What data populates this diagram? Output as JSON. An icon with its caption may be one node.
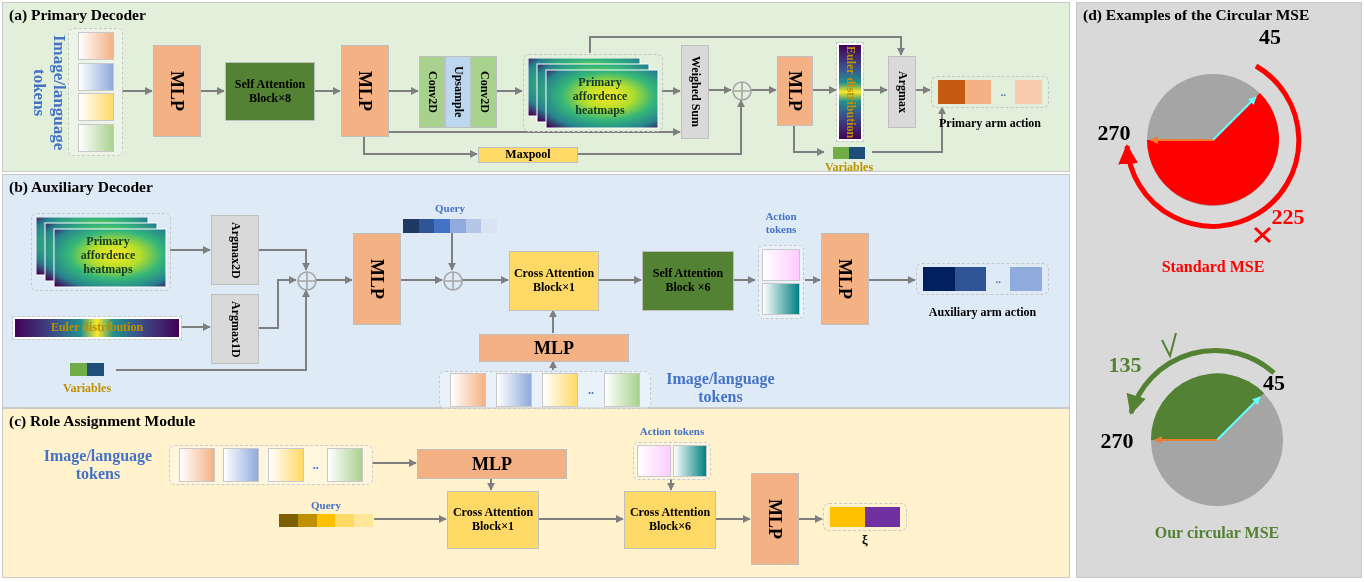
{
  "diagram": {
    "nodes": [
      {
        "text": [
          "(a) Primary Decoder"
        ]
      },
      {
        "text": [
          "Image/language tokens"
        ],
        "in": 0
      },
      {
        "text": [
          "MLP"
        ],
        "in": 0
      },
      {
        "text": [
          "Self Attention Block×8"
        ],
        "in": 0
      },
      {
        "text": [
          "MLP"
        ],
        "in": 0
      },
      {
        "text": [
          "Conv2D",
          "Upsample",
          "Conv2D"
        ],
        "in": 0
      },
      {
        "text": [
          "Primary affordence heatmaps"
        ],
        "in": 0
      },
      {
        "text": [
          "Weighed Sum"
        ],
        "in": 0
      },
      {
        "text": [],
        "shape": "circle",
        "in": 0
      },
      {
        "text": [
          "Maxpool"
        ],
        "in": 0
      },
      {
        "text": [
          "MLP"
        ],
        "in": 0
      },
      {
        "text": [
          "Euler distribution"
        ],
        "in": 0
      },
      {
        "text": [
          "Variables"
        ],
        "in": 0
      },
      {
        "text": [
          "Argmax"
        ],
        "in": 0
      },
      {
        "text": [
          "..",
          "Primary arm action"
        ],
        "in": 0
      },
      {
        "text": [
          "(b) Auxiliary Decoder"
        ]
      },
      {
        "text": [
          "Primary affordence heatmaps"
        ],
        "in": 15
      },
      {
        "text": [
          "Argmax2D"
        ],
        "in": 15
      },
      {
        "text": [
          "Euler distribution"
        ],
        "in": 15
      },
      {
        "text": [
          "Argmax1D"
        ],
        "in": 15
      },
      {
        "text": [
          "Variables"
        ],
        "in": 15
      },
      {
        "text": [],
        "shape": "circle",
        "in": 15
      },
      {
        "text": [
          "MLP"
        ],
        "in": 15
      },
      {
        "text": [
          "Query"
        ],
        "in": 15
      },
      {
        "text": [],
        "shape": "circle",
        "in": 15
      },
      {
        "text": [
          "Cross Attention Block×1"
        ],
        "in": 15
      },
      {
        "text": [
          "MLP"
        ],
        "in": 15
      },
      {
        "text": [
          "..",
          "Image/language tokens"
        ],
        "in": 15
      },
      {
        "text": [
          "Self Attention Block ×6"
        ],
        "in": 15
      },
      {
        "text": [
          "Action tokens"
        ],
        "in": 15
      },
      {
        "text": [
          "MLP"
        ],
        "in": 15
      },
      {
        "text": [
          "..",
          "Auxiliary arm action"
        ],
        "in": 15
      },
      {
        "text": [
          "(c) Role Assignment Module"
        ]
      },
      {
        "text": [
          "Image/language tokens",
          ".."
        ],
        "in": 32
      },
      {
        "text": [
          "MLP"
        ],
        "in": 32
      },
      {
        "text": [
          "Query"
        ],
        "in": 32
      },
      {
        "text": [
          "Cross Attention Block×1"
        ],
        "in": 32
      },
      {
        "text": [
          "Action tokens"
        ],
        "in": 32
      },
      {
        "text": [
          "Cross Attention Block×6"
        ],
        "in": 32
      },
      {
        "text": [
          "MLP"
        ],
        "in": 32
      },
      {
        "text": [
          "ξ"
        ],
        "in": 32
      },
      {
        "text": [
          "(d) Examples of the Circular MSE"
        ]
      }
    ],
    "edges": [
      {
        "from": 1,
        "to": 2,
        "arrow": "to"
      },
      {
        "from": 2,
        "to": 3,
        "arrow": "to"
      },
      {
        "from": 3,
        "to": 4,
        "arrow": "to"
      },
      {
        "from": 4,
        "to": 5,
        "arrow": "to"
      },
      {
        "from": 5,
        "to": 6,
        "arrow": "to"
      },
      {
        "from": 6,
        "to": 7,
        "arrow": "to"
      },
      {
        "from": 7,
        "to": 8,
        "arrow": "to"
      },
      {
        "from": 4,
        "to": 7,
        "arrow": "to"
      },
      {
        "from": 4,
        "to": 9,
        "arrow": "to"
      },
      {
        "from": 9,
        "to": 8,
        "arrow": "to"
      },
      {
        "from": 8,
        "to": 10,
        "arrow": "to"
      },
      {
        "from": 10,
        "to": 11,
        "arrow": "to"
      },
      {
        "from": 10,
        "to": 12,
        "arrow": "to"
      },
      {
        "from": 11,
        "to": 13,
        "arrow": "to"
      },
      {
        "from": 6,
        "to": 13,
        "arrow": "to"
      },
      {
        "from": 13,
        "to": 14,
        "arrow": "to"
      },
      {
        "from": 12,
        "to": 14,
        "arrow": "to"
      },
      {
        "from": 16,
        "to": 17,
        "arrow": "to"
      },
      {
        "from": 18,
        "to": 19,
        "arrow": "to"
      },
      {
        "from": 17,
        "to": 21,
        "arrow": "to"
      },
      {
        "from": 19,
        "to": 21,
        "arrow": "to"
      },
      {
        "from": 20,
        "to": 21,
        "arrow": "to"
      },
      {
        "from": 21,
        "to": 22,
        "arrow": "to"
      },
      {
        "from": 22,
        "to": 24,
        "arrow": "to"
      },
      {
        "from": 23,
        "to": 24,
        "arrow": "to"
      },
      {
        "from": 24,
        "to": 25,
        "arrow": "to"
      },
      {
        "from": 27,
        "to": 26,
        "arrow": "to"
      },
      {
        "from": 26,
        "to": 25,
        "arrow": "to"
      },
      {
        "from": 25,
        "to": 28,
        "arrow": "to"
      },
      {
        "from": 28,
        "to": 29,
        "arrow": "to"
      },
      {
        "from": 29,
        "to": 30,
        "arrow": "to"
      },
      {
        "from": 30,
        "to": 31,
        "arrow": "to"
      },
      {
        "from": 33,
        "to": 34,
        "arrow": "to"
      },
      {
        "from": 34,
        "to": 36,
        "arrow": "to"
      },
      {
        "from": 35,
        "to": 36,
        "arrow": "to"
      },
      {
        "from": 36,
        "to": 38,
        "arrow": "to"
      },
      {
        "from": 37,
        "to": 38,
        "arrow": "to"
      },
      {
        "from": 38,
        "to": 39,
        "arrow": "to"
      },
      {
        "from": 39,
        "to": 40,
        "arrow": "to"
      }
    ],
    "labels": [
      "45",
      "270",
      "225",
      "Standard MSE",
      "135",
      "45",
      "270",
      "Our circular MSE"
    ]
  }
}
